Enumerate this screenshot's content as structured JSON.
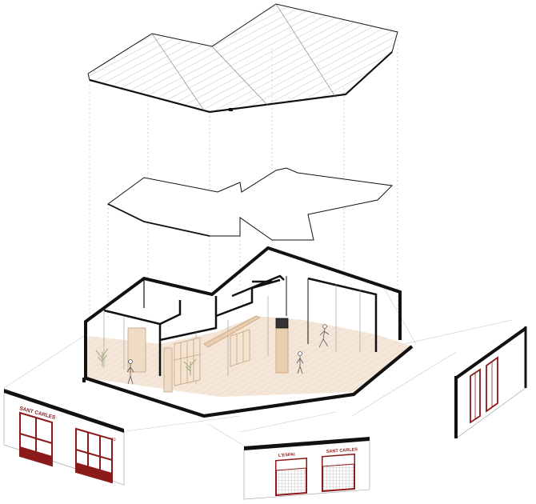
{
  "facades": {
    "left": {
      "sign": "SANT CARLES",
      "number": "40"
    },
    "center": {
      "sign_left": "L'ESPAI",
      "sign_right": "SANT CARLES"
    },
    "right": {}
  },
  "colors": {
    "ink": "#111111",
    "frame_red": "#8b1a1a",
    "floor": "#f4e6d8",
    "timber": "#e9cdb1",
    "guide": "#bdbdbd"
  }
}
